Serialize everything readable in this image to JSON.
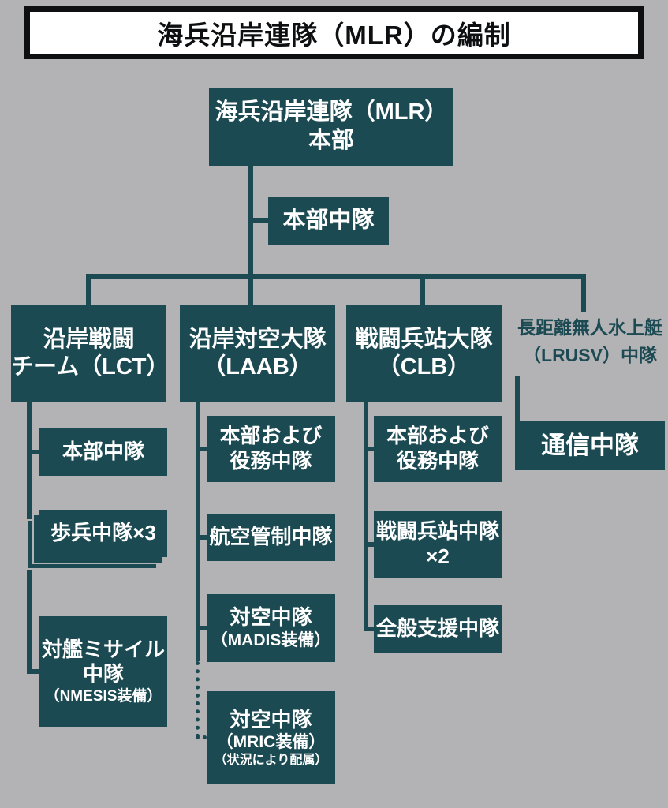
{
  "title": "海兵沿岸連隊（MLR）の編制",
  "root": {
    "line1": "海兵沿岸連隊（MLR）",
    "line2": "本部"
  },
  "hq_company": "本部中隊",
  "columns": [
    {
      "header": {
        "line1": "沿岸戦闘",
        "line2": "チーム（LCT）"
      },
      "children": [
        {
          "line1": "本部中隊"
        },
        {
          "line1": "歩兵中隊×3"
        },
        {
          "line1": "対艦ミサイル",
          "line2": "中隊",
          "line3": "（NMESIS装備）"
        }
      ]
    },
    {
      "header": {
        "line1": "沿岸対空大隊",
        "line2": "（LAAB）"
      },
      "children": [
        {
          "line1": "本部および",
          "line2": "役務中隊"
        },
        {
          "line1": "航空管制中隊"
        },
        {
          "line1": "対空中隊",
          "line2": "（MADIS装備）"
        },
        {
          "line1": "対空中隊",
          "line2": "（MRIC装備）",
          "line3": "（状況により配属）"
        }
      ]
    },
    {
      "header": {
        "line1": "戦闘兵站大隊",
        "line2": "（CLB）"
      },
      "children": [
        {
          "line1": "本部および",
          "line2": "役務中隊"
        },
        {
          "line1": "戦闘兵站中隊",
          "line2": "×2"
        },
        {
          "line1": "全般支援中隊"
        }
      ]
    },
    {
      "header": {
        "line1": "長距離無人水上艇",
        "line2": "（LRUSV）中隊"
      },
      "children": [
        {
          "line1": "通信中隊"
        }
      ]
    }
  ],
  "colors": {
    "bg": "#b3b3b5",
    "box": "#1c4a52",
    "line": "#1c4a52",
    "boxtext": "#ffffff",
    "titlebar": "#0e0f10",
    "titlepanel": "#ffffff",
    "titletext": "#0e0f10"
  }
}
